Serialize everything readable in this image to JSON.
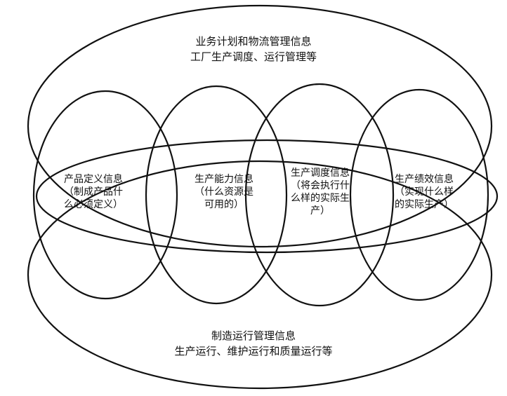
{
  "colors": {
    "stroke": "#111111",
    "background": "#ffffff"
  },
  "outer_top": {
    "line1": "业务计划和物流管理信息",
    "line2": "工厂生产调度、运行管理等"
  },
  "outer_bottom": {
    "line1": "制造运行管理信息",
    "line2": "生产运行、维护运行和质量运行等"
  },
  "circles": [
    {
      "title": "产品定义信息",
      "line2": "（制成产品什",
      "line3": "么必须定义）"
    },
    {
      "title": "生产能力信息",
      "line2": "（什么资源是",
      "line3": "可用的）"
    },
    {
      "title": "生产调度信息",
      "line2": "（将会执行什",
      "line3": "么样的实际生",
      "line4": "产）"
    },
    {
      "title": "生产绩效信息",
      "line2": "（实现什么样",
      "line3": "的实际生产）"
    }
  ]
}
